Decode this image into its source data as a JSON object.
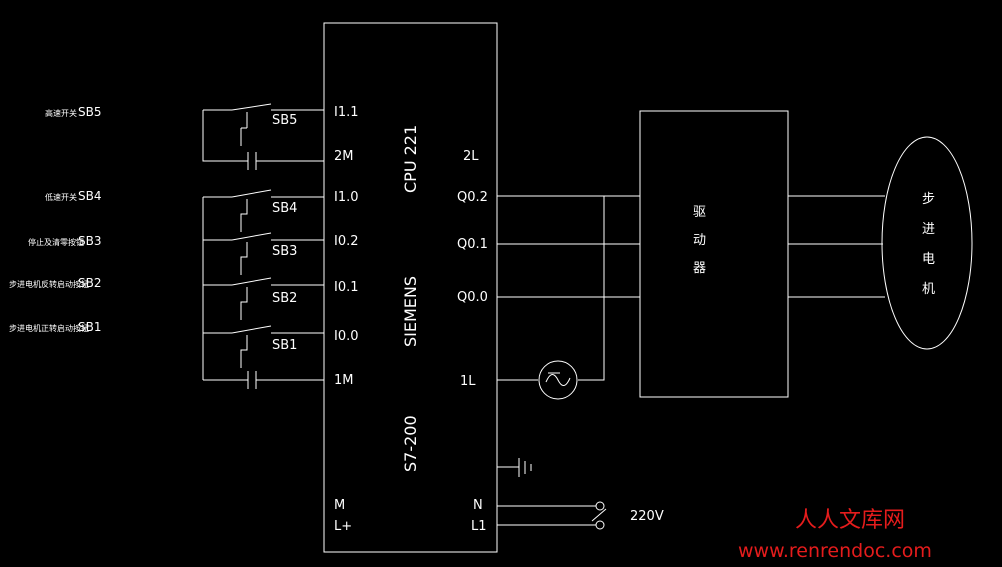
{
  "plc": {
    "model": "CPU 221",
    "brand": "SIEMENS",
    "series": "S7-200",
    "left_terminals": [
      "I1.1",
      "2M",
      "I1.0",
      "I0.2",
      "I0.1",
      "I0.0",
      "1M"
    ],
    "right_terminals": [
      "2L",
      "Q0.2",
      "Q0.1",
      "Q0.0",
      "1L"
    ],
    "power_left": [
      "M",
      "L+"
    ],
    "power_right": [
      "N",
      "L1"
    ]
  },
  "switches": [
    {
      "tag": "SB5",
      "desc": "高速开关"
    },
    {
      "tag": "SB4",
      "desc": "低速开关"
    },
    {
      "tag": "SB3",
      "desc": "停止及清零按钮"
    },
    {
      "tag": "SB2",
      "desc": "步进电机反转启动按钮"
    },
    {
      "tag": "SB1",
      "desc": "步进电机正转启动按钮"
    }
  ],
  "driver_label": [
    "驱",
    "动",
    "器"
  ],
  "motor_label": [
    "步",
    "进",
    "电",
    "机"
  ],
  "supply_voltage": "220V",
  "watermark": {
    "name": "人人文库网",
    "url": "www.renrendoc.com",
    "color": "#e51c1c"
  }
}
